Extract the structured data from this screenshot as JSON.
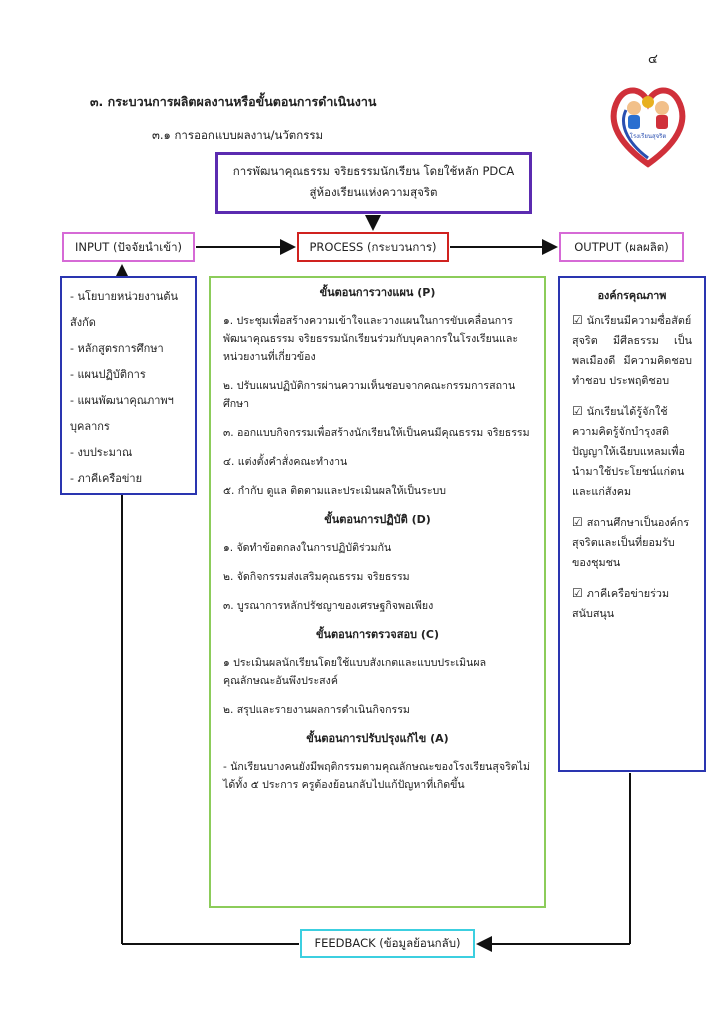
{
  "page_number": "๔",
  "section_title": "๓. กระบวนการผลิตผลงานหรือขั้นตอนการดำเนินงาน",
  "subsection_title": "๓.๑ การออกแบบผลงาน/นวัตกรรม",
  "topic": {
    "line1": "การพัฒนาคุณธรรม จริยธรรมนักเรียน โดยใช้หลัก PDCA",
    "line2": "สู่ห้องเรียนแห่งความสุจริต"
  },
  "input_label": "INPUT (ปัจจัยนำเข้า)",
  "process_label": "PROCESS (กระบวนการ)",
  "output_label": "OUTPUT (ผลผลิต)",
  "feedback_label": "FEEDBACK (ข้อมูลย้อนกลับ)",
  "inputs": [
    "- นโยบายหน่วยงานต้นสังกัด",
    "- หลักสูตรการศึกษา",
    "- แผนปฏิบัติการ",
    "- แผนพัฒนาคุณภาพฯ บุคลากร",
    "- งบประมาณ",
    "- ภาคีเครือข่าย"
  ],
  "process": {
    "plan_heading": "ขั้นตอนการวางแผน (P)",
    "plan_items": [
      "๑. ประชุมเพื่อสร้างความเข้าใจและวางแผนในการขับเคลื่อนการพัฒนาคุณธรรม จริยธรรมนักเรียนร่วมกับบุคลากรในโรงเรียนและหน่วยงานที่เกี่ยวข้อง",
      "๒. ปรับแผนปฏิบัติการผ่านความเห็นชอบจากคณะกรรมการสถานศึกษา",
      "๓. ออกแบบกิจกรรมเพื่อสร้างนักเรียนให้เป็นคนมีคุณธรรม จริยธรรม",
      "๔. แต่งตั้งคำสั่งคณะทำงาน",
      "๕. กำกับ ดูแล ติดตามและประเมินผลให้เป็นระบบ"
    ],
    "do_heading": "ขั้นตอนการปฏิบัติ (D)",
    "do_items": [
      "๑. จัดทำข้อตกลงในการปฏิบัติร่วมกัน",
      "๒. จัดกิจกรรมส่งเสริมคุณธรรม จริยธรรม",
      "๓. บูรณาการหลักปรัชญาของเศรษฐกิจพอเพียง"
    ],
    "check_heading": "ขั้นตอนการตรวจสอบ (C)",
    "check_items": [
      "๑ ประเมินผลนักเรียนโดยใช้แบบสังเกตและแบบประเมินผลคุณลักษณะอันพึงประสงค์",
      "๒. สรุปและรายงานผลการดำเนินกิจกรรม"
    ],
    "act_heading": "ขั้นตอนการปรับปรุงแก้ไข (A)",
    "act_items": [
      "- นักเรียนบางคนยังมีพฤติกรรมตามคุณลักษณะของโรงเรียนสุจริตไม่ได้ทั้ง ๕ ประการ ครูต้องย้อนกลับไปแก้ปัญหาที่เกิดขึ้น"
    ]
  },
  "outputs": {
    "heading": "องค์กรคุณภาพ",
    "items": [
      "นักเรียนมีความซื่อสัตย์สุจริต มีศีลธรรม เป็นพลเมืองดี มีความคิดชอบ ทำชอบ ประพฤติชอบ",
      "นักเรียนได้รู้จักใช้ความคิดรู้จักบำรุงสติปัญญาให้เฉียบแหลมเพื่อนำมาใช้ประโยชน์แก่ตนและแก่สังคม",
      "สถานศึกษาเป็นองค์กรสุจริตและเป็นที่ยอมรับของชุมชน",
      "ภาคีเครือข่ายร่วมสนับสนุน"
    ]
  },
  "check_symbol": "☑",
  "logo_text": "โรงเรียนสุจริต",
  "colors": {
    "topic_border": "#5b2bb0",
    "input_output_label_border": "#d66ad6",
    "process_label_border": "#d0221f",
    "list_border": "#2a35b0",
    "process_panel_border": "#8ccc5a",
    "feedback_border": "#3ccfe0"
  }
}
